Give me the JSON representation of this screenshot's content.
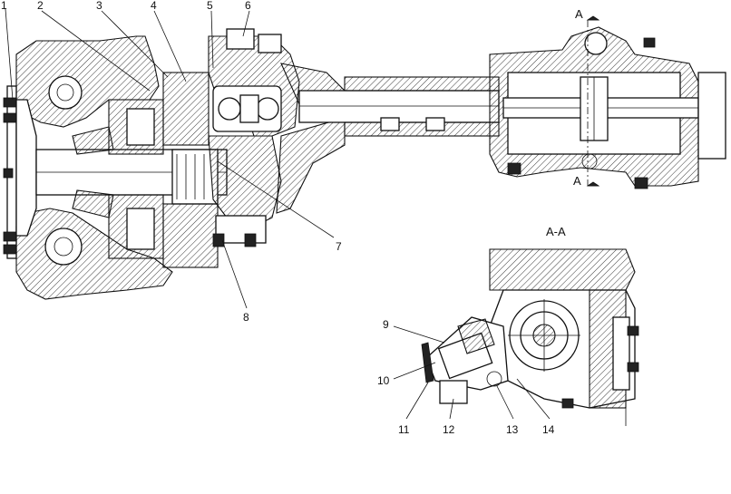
{
  "callouts": [
    "1",
    "2",
    "3",
    "4",
    "5",
    "6",
    "7",
    "8",
    "9",
    "10",
    "11",
    "12",
    "13",
    "14"
  ],
  "section_marks": {
    "top": "A",
    "bottom": "A",
    "view": "A-A"
  }
}
